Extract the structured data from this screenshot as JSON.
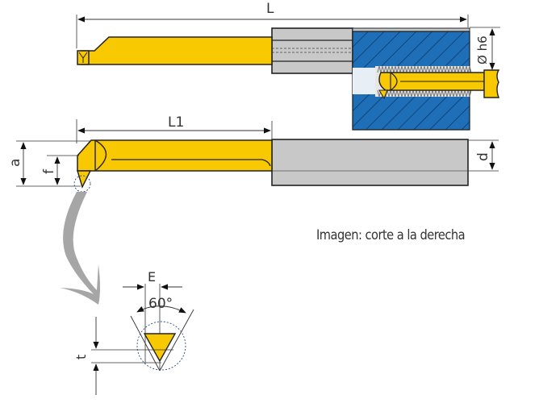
{
  "labels": {
    "total_length": "L",
    "shank_diameter": "Ø h6",
    "cutting_length": "L1",
    "height_a": "a",
    "height_f": "f",
    "min_bore_d": "d",
    "tip_width": "E",
    "angle": "60°",
    "tip_t": "t"
  },
  "caption": "Imagen: corte a la derecha",
  "colors": {
    "tool_yellow": "#f8c800",
    "shank_gray": "#c8c8c8",
    "workpiece_blue": "#1e6fb8",
    "arrow_gray": "#a6a6a6",
    "line": "#222222"
  }
}
